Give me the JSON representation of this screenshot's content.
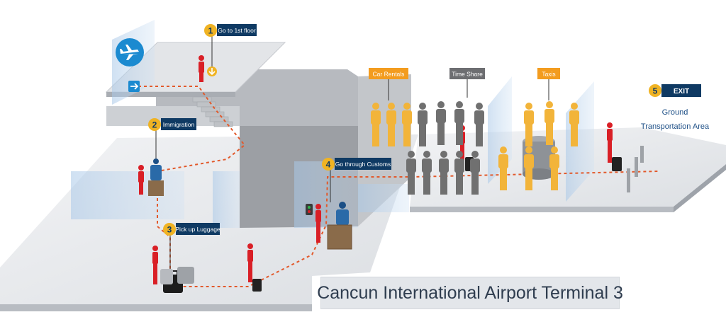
{
  "title": "Cancun International Airport Terminal 3",
  "steps": [
    {
      "number": "1",
      "label": "Go to 1st floor"
    },
    {
      "number": "2",
      "label": "Immigration"
    },
    {
      "number": "3",
      "label": "Pick up Luggage"
    },
    {
      "number": "4",
      "label": "Go through Customs"
    },
    {
      "number": "5",
      "label": "EXIT"
    }
  ],
  "services": {
    "car_rentals": "Car Rentals",
    "time_share": "Time Share",
    "taxis": "Taxis"
  },
  "ground_transport": {
    "line1": "Ground",
    "line2": "Transportation Area"
  },
  "colors": {
    "badge_yellow": "#f0b323",
    "label_navy": "#0f3a63",
    "route_orange": "#e2592b",
    "traveler_red": "#d91f26",
    "service_orange": "#f39c1f",
    "service_gray": "#6d6e71",
    "crowd_yellow": "#f2b43a",
    "crowd_gray": "#707070",
    "airport_blue": "#1b8ad0"
  },
  "icons": [
    "airplane-icon",
    "arrow-right-icon",
    "arrow-down-icon"
  ]
}
